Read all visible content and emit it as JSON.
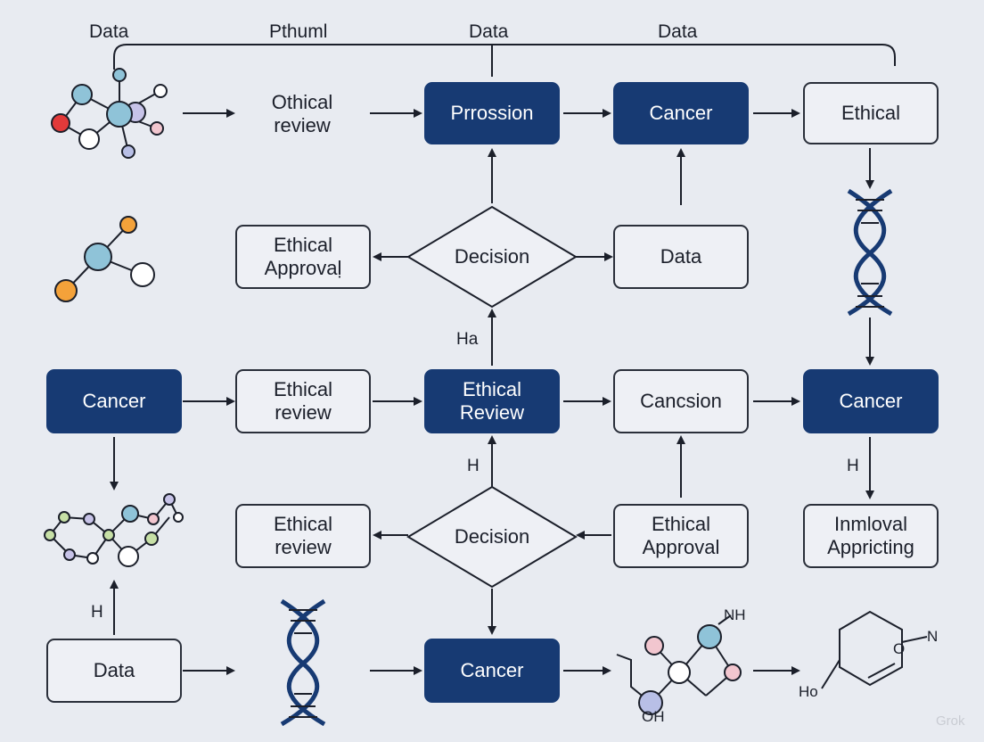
{
  "top_labels": [
    "Data",
    "Pthuml",
    "Data",
    "Data"
  ],
  "row1": {
    "text_ethical_review": "Othical\nreview",
    "box_prrossion": "Prrossion",
    "box_cancer": "Cancer",
    "box_ethical": "Ethical"
  },
  "row2": {
    "box_ethical_approval": "Ethical\nApprovaḷ",
    "diamond_decision": "Decision",
    "box_data": "Data",
    "arrow_label": "Ha"
  },
  "row3": {
    "box_cancer_left": "Cancer",
    "box_ethical_review": "Ethical\nreview",
    "box_ethical_review_dark": "Ethical\nReview",
    "box_cancsion": "Cancsion",
    "box_cancer_right": "Cancer"
  },
  "row4": {
    "arrow_label_center": "H",
    "arrow_label_right": "H",
    "box_ethical_review": "Ethical\nreview",
    "diamond_decision": "Decision",
    "box_ethical_approval": "Ethical\nApproval",
    "box_inmloval": "Inmloval\nAppricting"
  },
  "row5": {
    "arrow_label_left": "H",
    "box_data": "Data",
    "box_cancer": "Cancer"
  },
  "chem_labels": {
    "nh": "NH",
    "oh": "OH",
    "n": "N",
    "o": "O",
    "ho": "Ho"
  },
  "watermark": "Grok",
  "colors": {
    "dark_box": "#173a73",
    "background": "#e8ebf1",
    "line": "#1b1f2a"
  }
}
